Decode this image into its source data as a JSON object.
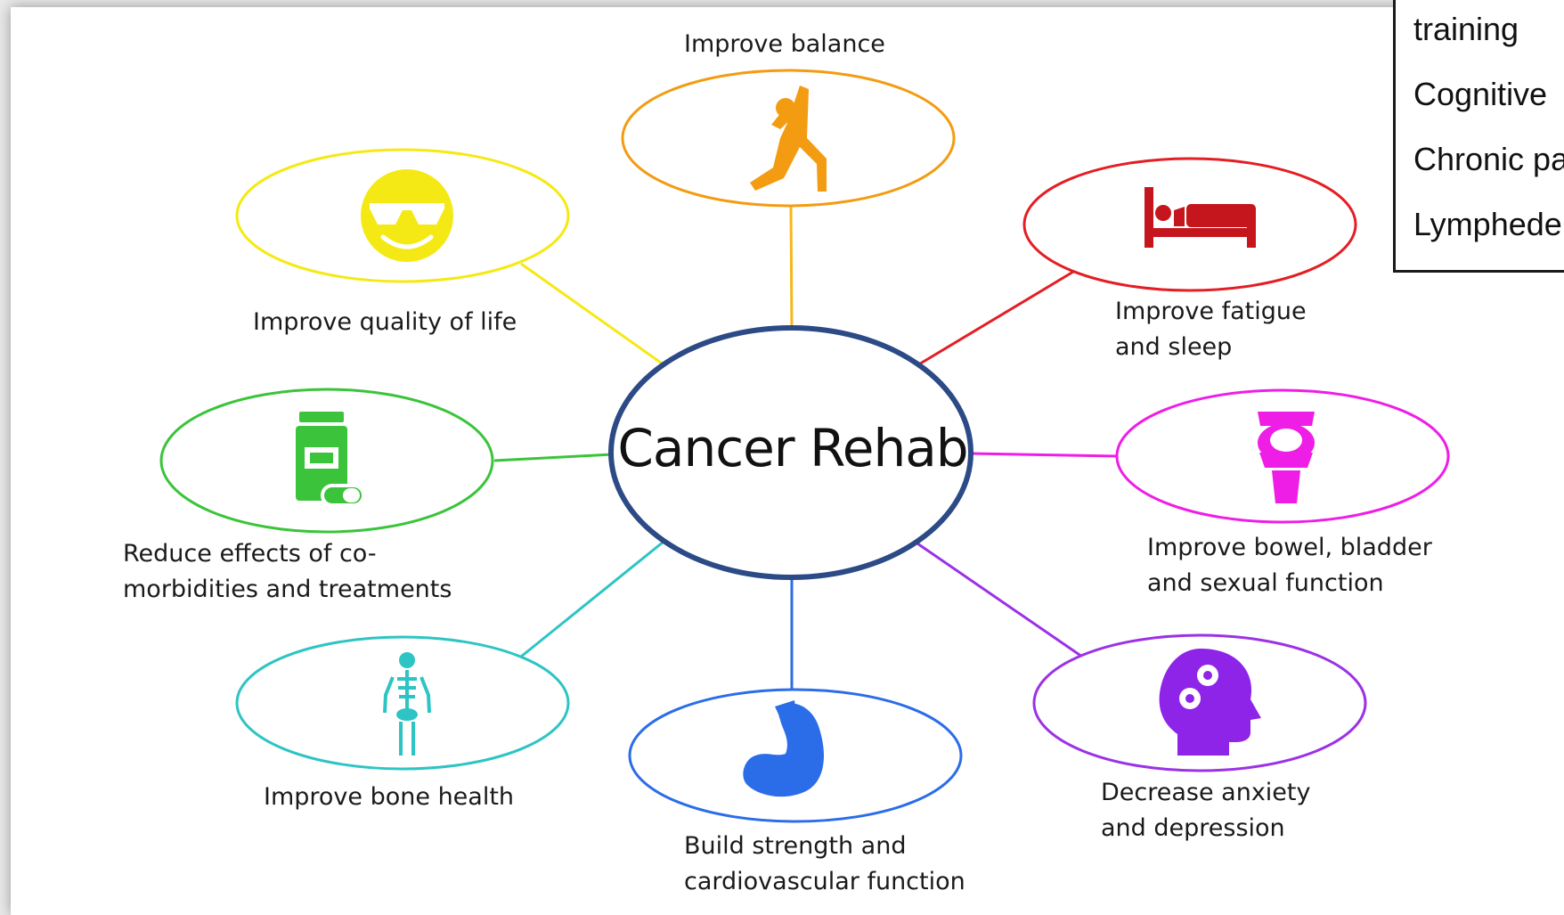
{
  "center": {
    "label": "Cancer Rehab"
  },
  "benefits": [
    {
      "id": "balance",
      "lines": [
        "Improve balance"
      ],
      "color": "#f39c12",
      "icon": "yoga-pose-icon"
    },
    {
      "id": "fatigue",
      "lines": [
        "Improve fatigue",
        "and sleep"
      ],
      "color": "#e31e24",
      "icon": "bed-icon"
    },
    {
      "id": "bowel",
      "lines": [
        "Improve bowel, bladder",
        "and sexual function"
      ],
      "color": "#ee1ee6",
      "icon": "toilet-icon"
    },
    {
      "id": "anxiety",
      "lines": [
        "Decrease anxiety",
        "and depression"
      ],
      "color": "#9b32e6",
      "icon": "head-gears-icon"
    },
    {
      "id": "strength",
      "lines": [
        "Build strength and",
        "cardiovascular function"
      ],
      "color": "#2b6de8",
      "icon": "flexed-arm-icon"
    },
    {
      "id": "bone",
      "lines": [
        "Improve bone health"
      ],
      "color": "#2ec4c4",
      "icon": "skeleton-icon"
    },
    {
      "id": "comorbid",
      "lines": [
        "Reduce effects of co-",
        "morbidities and treatments"
      ],
      "color": "#3bc43b",
      "icon": "pill-bottle-icon"
    },
    {
      "id": "qol",
      "lines": [
        "Improve quality of life"
      ],
      "color": "#f5e915",
      "icon": "sunglasses-smiley-icon"
    }
  ],
  "side_panel": {
    "items": [
      "training",
      "Cognitive",
      "Chronic pa",
      "Lymphede"
    ]
  },
  "colors": {
    "center_border": "#2c4a86"
  }
}
